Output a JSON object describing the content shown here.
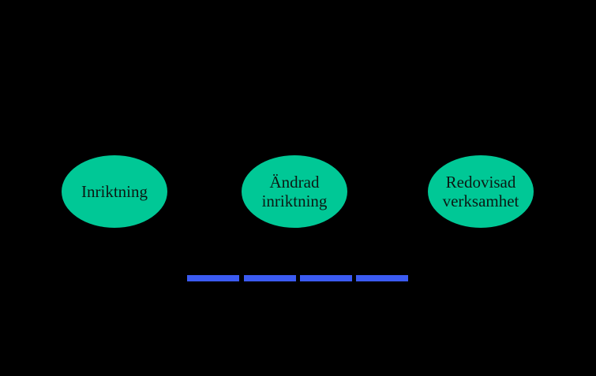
{
  "diagram": {
    "nodes": [
      {
        "lines": [
          "Inriktning"
        ]
      },
      {
        "lines": [
          "Ändrad",
          "inriktning"
        ]
      },
      {
        "lines": [
          "Redovisad",
          "verksamhet"
        ]
      }
    ]
  },
  "colors": {
    "background": "#000000",
    "node_fill": "#00c896",
    "node_text": "#0b1a14",
    "bar": "#3b5bf2"
  }
}
